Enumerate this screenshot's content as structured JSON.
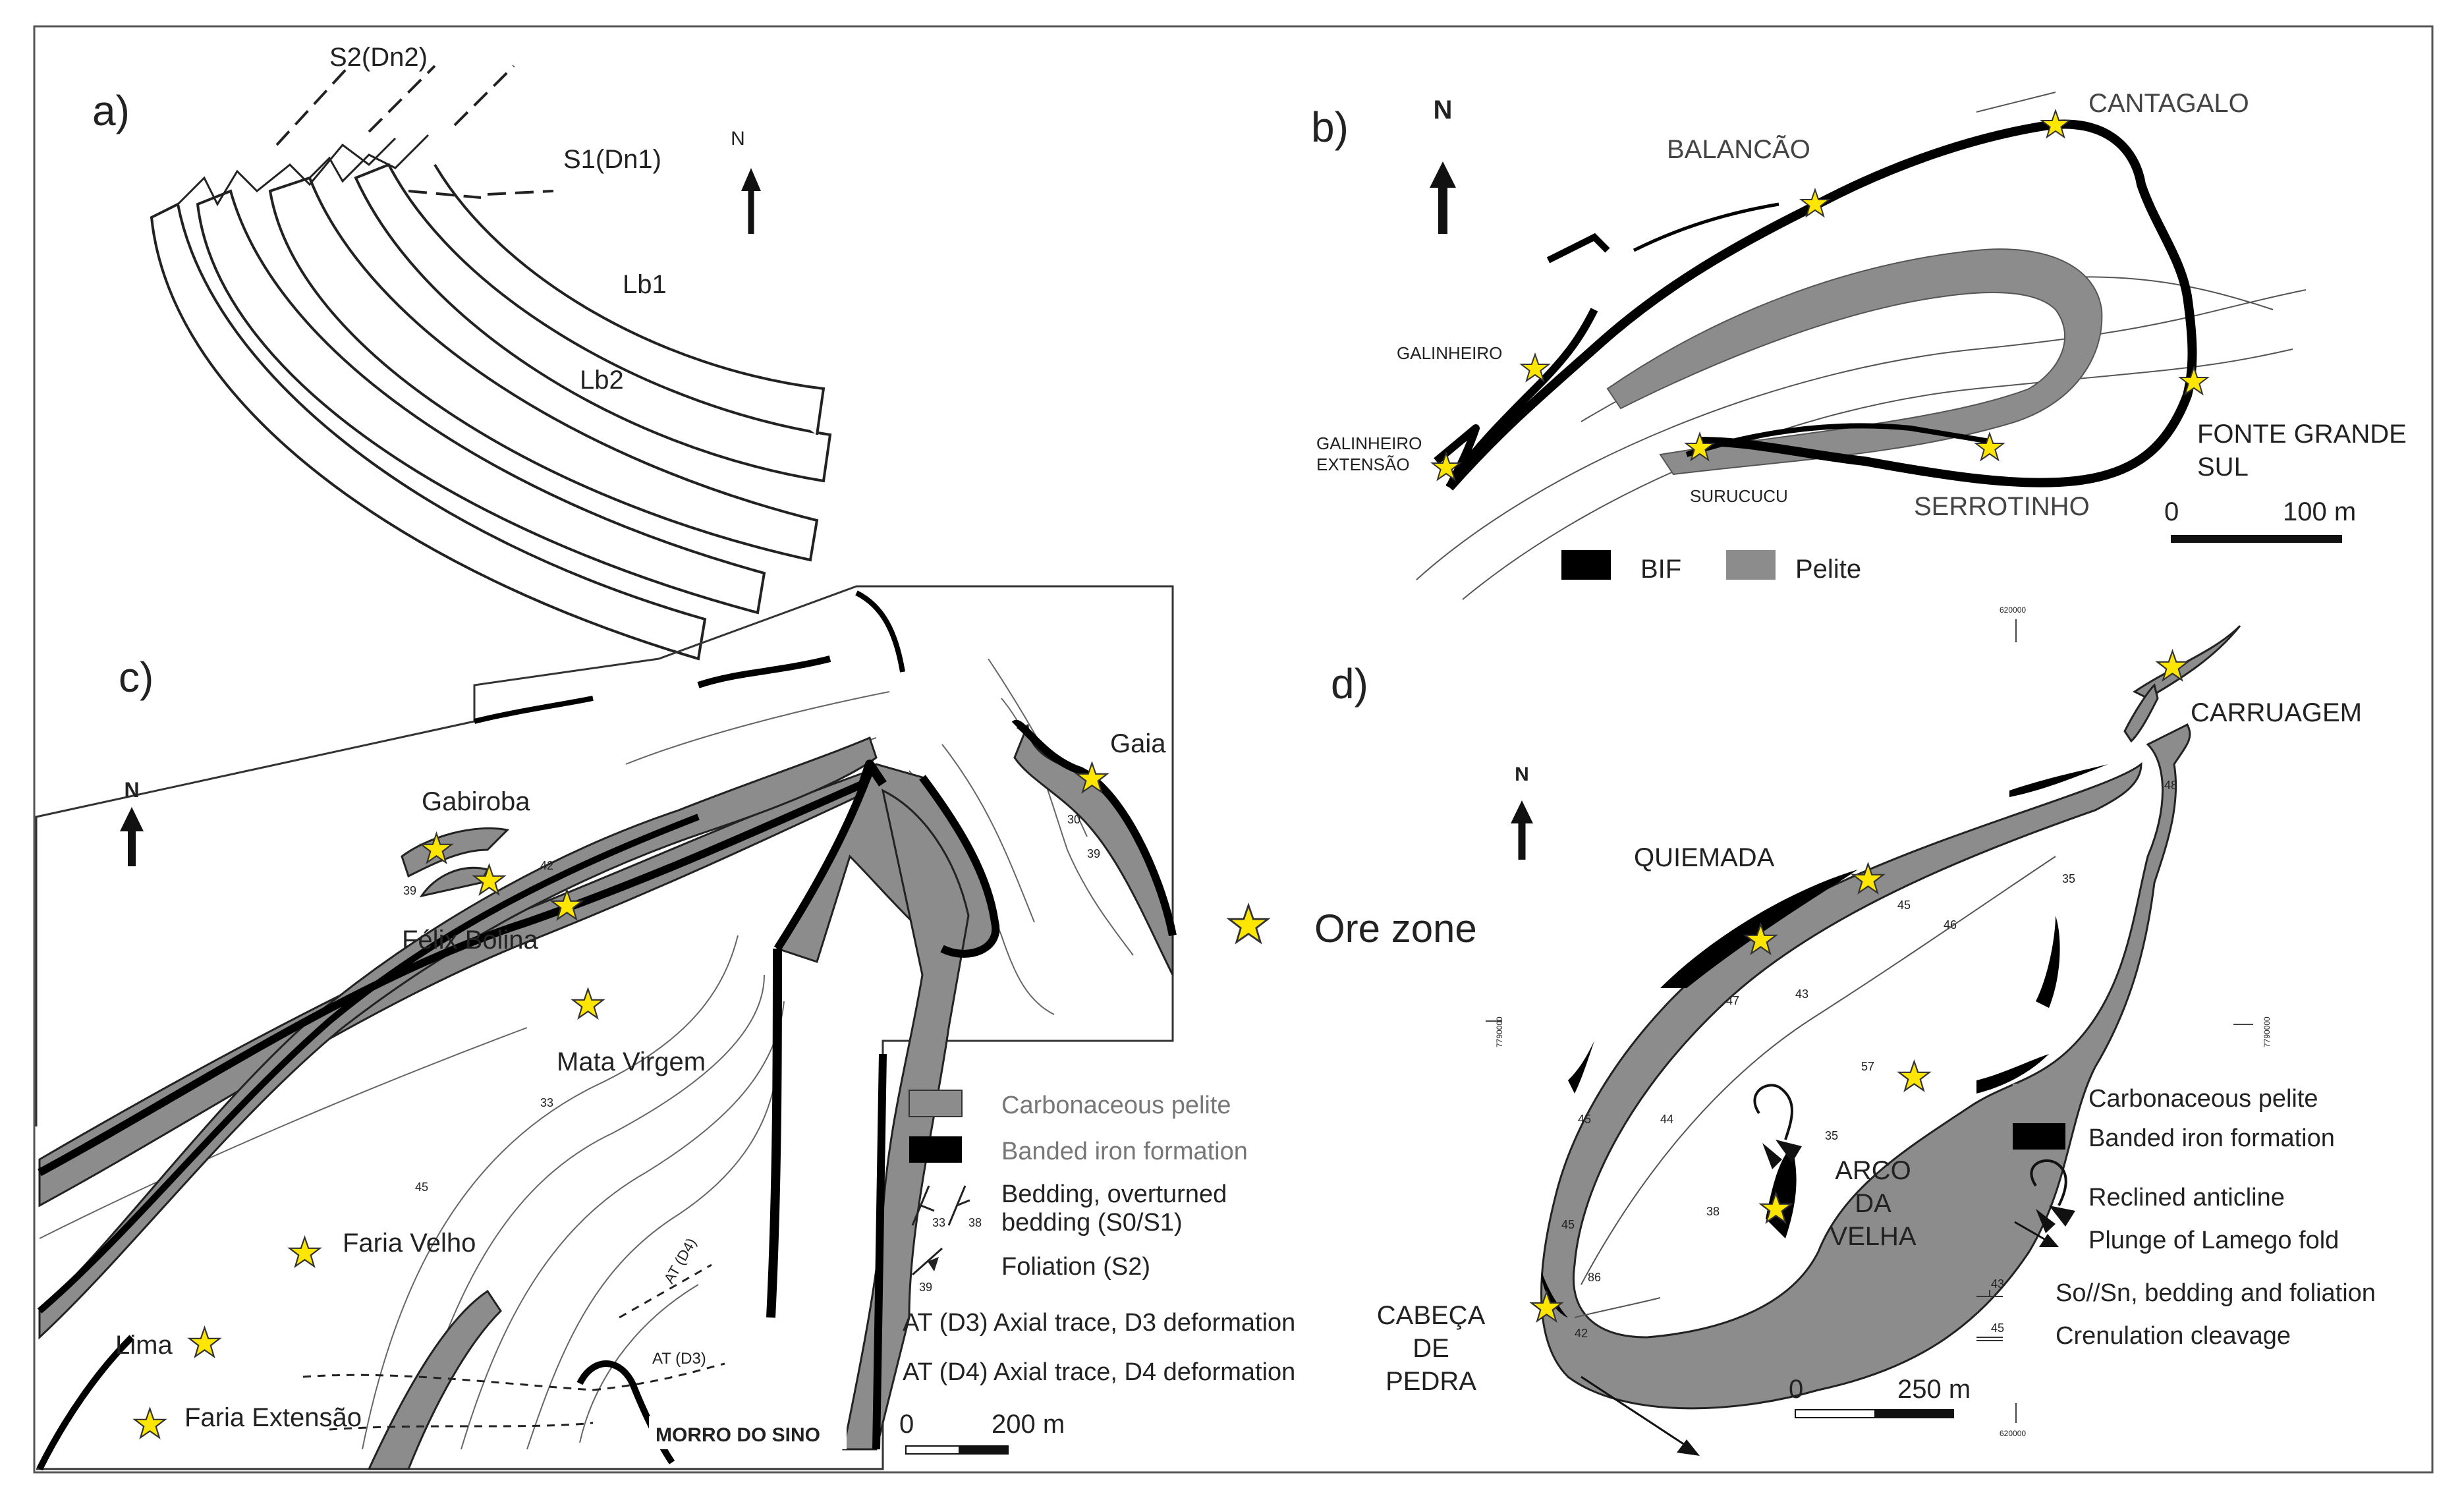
{
  "panels": {
    "a": {
      "letter": "a)",
      "north": "N",
      "labels": {
        "s2": "S2(Dn2)",
        "s1": "S1(Dn1)",
        "lb1": "Lb1",
        "lb2": "Lb2"
      }
    },
    "b": {
      "letter": "b)",
      "north": "N",
      "labels": {
        "balancao": "BALANCÃO",
        "cantagalo": "CANTAGALO",
        "galinheiro": "GALINHEIRO",
        "galinheiro_ext_1": "GALINHEIRO",
        "galinheiro_ext_2": "EXTENSÃO",
        "surucucu": "SURUCUCU",
        "serrotinho": "SERROTINHO",
        "fonte_1": "FONTE GRANDE",
        "fonte_2": "SUL"
      },
      "scale": {
        "zero": "0",
        "len": "100 m"
      },
      "legend": {
        "bif": "BIF",
        "pelite": "Pelite"
      }
    },
    "c": {
      "letter": "c)",
      "north": "N",
      "labels": {
        "gabiroba": "Gabiroba",
        "felix": "Félix Bolina",
        "mata": "Mata Virgem",
        "faria_velho": "Faria Velho",
        "lima": "Lima",
        "faria_ext": "Faria Extensão",
        "gaia": "Gaia",
        "morro": "MORRO DO SINO",
        "at_d3": "AT (D3)",
        "at_d4": "AT (D4)"
      },
      "dips": [
        "42",
        "39",
        "33",
        "45",
        "30",
        "39"
      ],
      "legend": {
        "pelite": "Carbonaceous pelite",
        "bif": "Banded iron formation",
        "bedding_1": "Bedding, overturned",
        "bedding_2": "bedding (S0/S1)",
        "bedding_num_1": "33",
        "bedding_num_2": "38",
        "foliation": "Foliation (S2)",
        "foliation_num": "39",
        "d3": "AT (D3) Axial trace, D3 deformation",
        "d4": "AT (D4) Axial trace, D4 deformation"
      },
      "scale": {
        "zero": "0",
        "len": "200 m"
      }
    },
    "d": {
      "letter": "d)",
      "north": "N",
      "labels": {
        "carruagem": "CARRUAGEM",
        "quiemada": "QUIEMADA",
        "arco_1": "ARCO",
        "arco_2": "DA",
        "arco_3": "VELHA",
        "cabeca_1": "CABEÇA",
        "cabeca_2": "DE",
        "cabeca_3": "PEDRA"
      },
      "grid": {
        "top": "620000",
        "bottom": "620000",
        "left": "7790000",
        "right": "7790000"
      },
      "dips": [
        "48",
        "35",
        "45",
        "46",
        "47",
        "43",
        "57",
        "44",
        "35",
        "38",
        "45",
        "45",
        "86",
        "42"
      ],
      "legend": {
        "pelite": "Carbonaceous pelite",
        "bif": "Banded iron formation",
        "anticline": "Reclined anticline",
        "plunge": "Plunge of Lamego fold",
        "so_num": "43",
        "so": "So//Sn, bedding and foliation",
        "cren_num": "45",
        "cren": "Crenulation cleavage"
      },
      "scale": {
        "zero": "0",
        "len": "250 m"
      }
    }
  },
  "ore_legend": {
    "label": "Ore zone"
  },
  "colors": {
    "bif": "#000000",
    "pelite": "#8c8c8c",
    "star": "#ffe600",
    "frame": "#555555",
    "line": "#222222"
  }
}
